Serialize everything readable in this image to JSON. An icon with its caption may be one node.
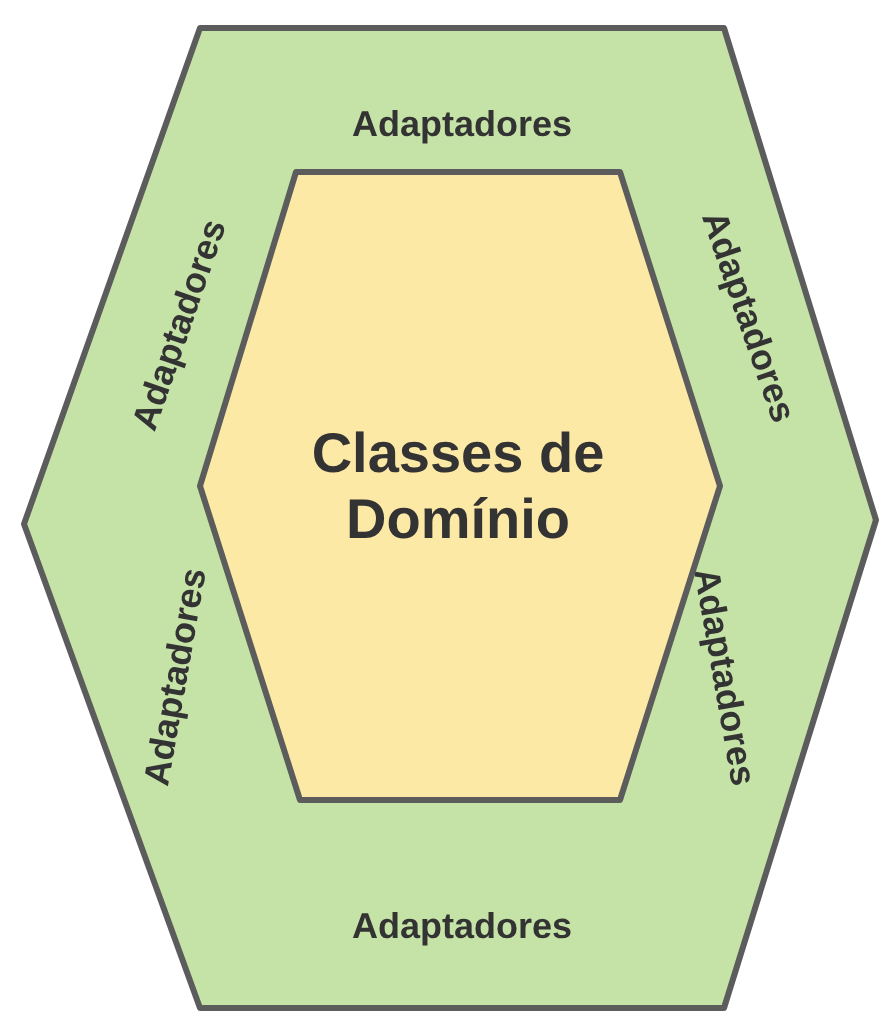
{
  "diagram": {
    "nodes": [
      {
        "text": [
          "Adaptadores",
          "Adaptadores",
          "Adaptadores",
          "Adaptadores",
          "Adaptadores",
          "Adaptadores"
        ]
      },
      {
        "text": [
          "Classes de Domínio"
        ],
        "in": 0
      }
    ]
  }
}
